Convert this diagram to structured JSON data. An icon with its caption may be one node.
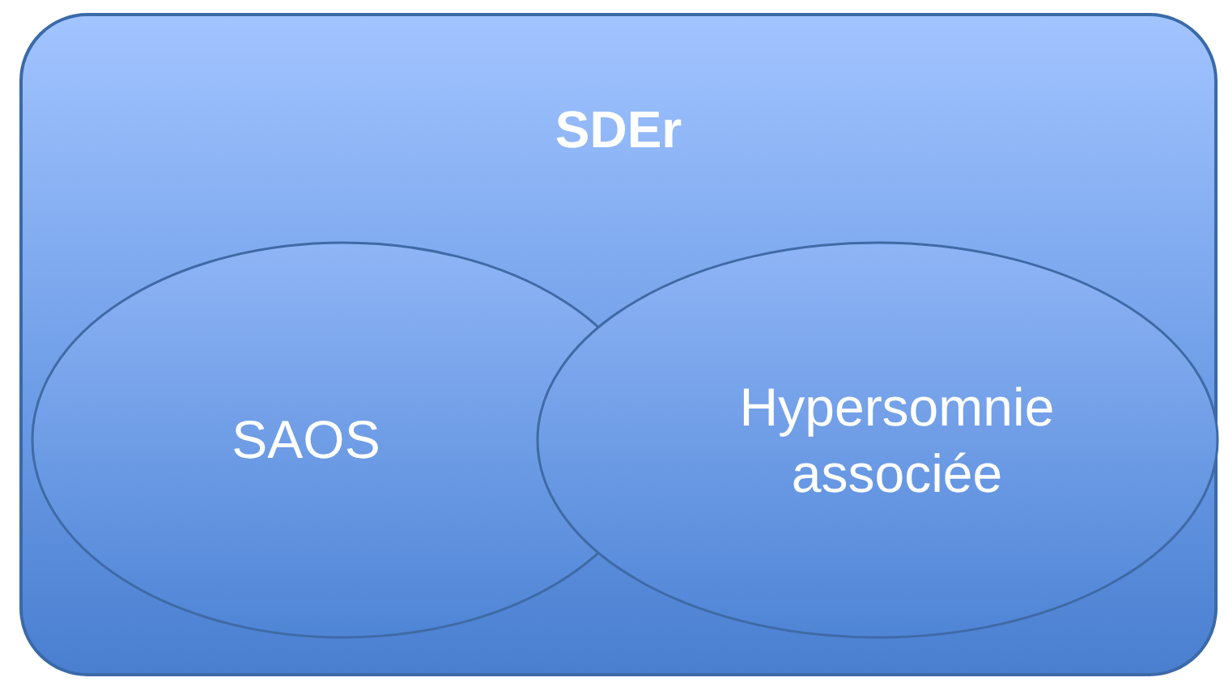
{
  "diagram": {
    "nodes": [
      {
        "text": [
          "SDEr"
        ]
      },
      {
        "text": [
          "SAOS"
        ],
        "in": 0
      },
      {
        "text": [
          "Hypersomnie associée"
        ],
        "in": 0
      }
    ],
    "edges": []
  }
}
